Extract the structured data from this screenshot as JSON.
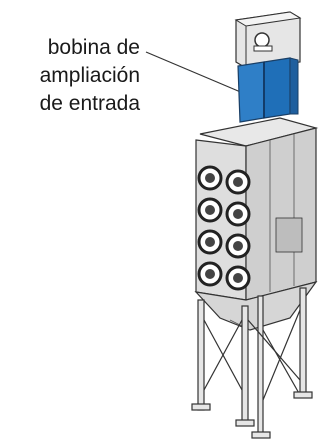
{
  "callout": {
    "line1": "bobina de",
    "line2": "ampliación",
    "line3": "de entrada"
  },
  "colors": {
    "highlight": "#2f7fc7",
    "highlight_dark": "#1f5f9e",
    "metal": "#d9d9d9",
    "metal_dark": "#a8a8a8",
    "outline": "#333333"
  },
  "components": {
    "highlighted_part": "inlet-expansion-coil",
    "cartridge_ports": 8
  }
}
